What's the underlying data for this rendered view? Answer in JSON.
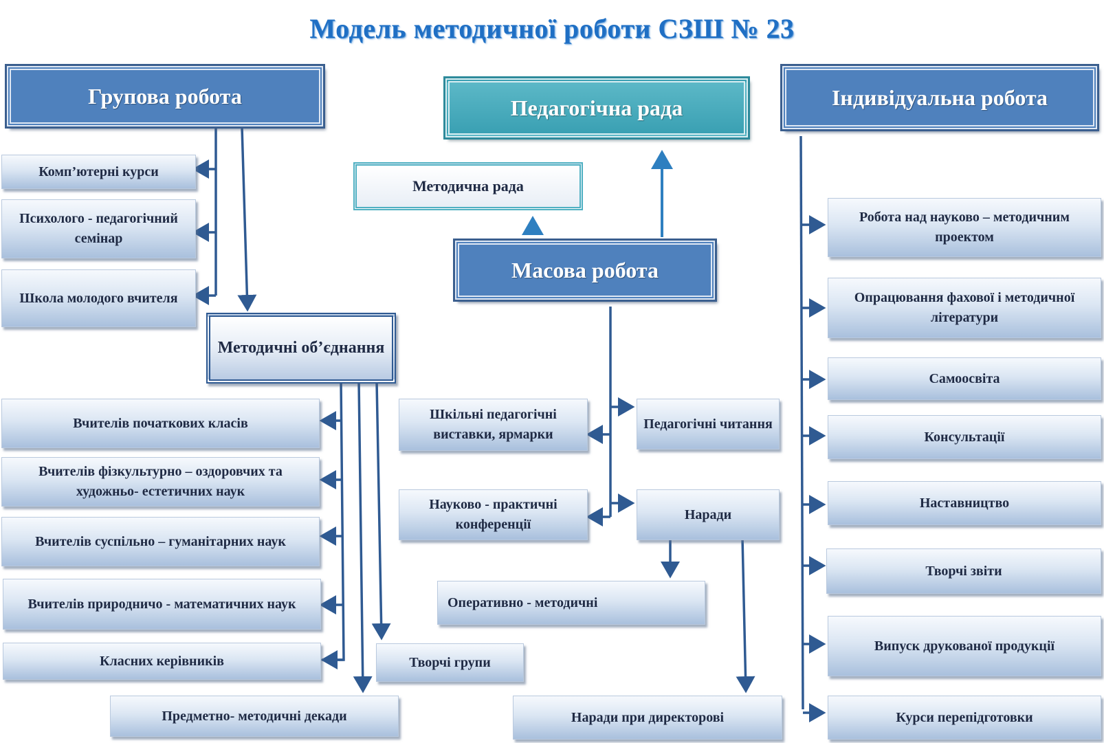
{
  "title": "Модель методичної роботи СЗШ № 23",
  "headers": {
    "group": "Групова робота",
    "pedagogical_council": "Педагогічна рада",
    "individual": "Індивідуальна  робота",
    "mass": "Масова робота",
    "methodical_council": "Методична рада",
    "methodical_associations": "Методичні об’єднання"
  },
  "group_items": [
    "Комп’ютерні курси",
    "Психолого - педагогічний семінар",
    "Школа молодого вчителя"
  ],
  "association_items": [
    "Вчителів початкових класів",
    "Вчителів фізкультурно – оздоровчих та художньо- естетичних наук",
    "Вчителів суспільно – гуманітарних наук",
    "Вчителів природничо - математичних наук",
    "Класних керівників"
  ],
  "creative_groups": "Творчі групи",
  "subject_decades": "Предметно- методичні декади",
  "mass_items": {
    "exhibitions": "Шкільні педагогічні виставки, ярмарки",
    "readings": "Педагогічні читання",
    "conferences": "Науково - практичні конференції",
    "meetings": "Наради",
    "operative": "Оперативно - методичні",
    "director_meetings": "Наради при директорові"
  },
  "individual_items": [
    "Робота над науково – методичним проектом",
    "Опрацювання фахової і методичної літератури",
    "Самоосвіта",
    "Консультації",
    "Наставництво",
    "Творчі звіти",
    "Випуск друкованої продукції",
    "Курси перепідготовки"
  ],
  "colors": {
    "title": "#1f6fc4",
    "header_blue": "#4f81bd",
    "header_teal": "#3aa0b3",
    "connector": "#2f5a92",
    "connector_teal": "#2e7fc0"
  }
}
